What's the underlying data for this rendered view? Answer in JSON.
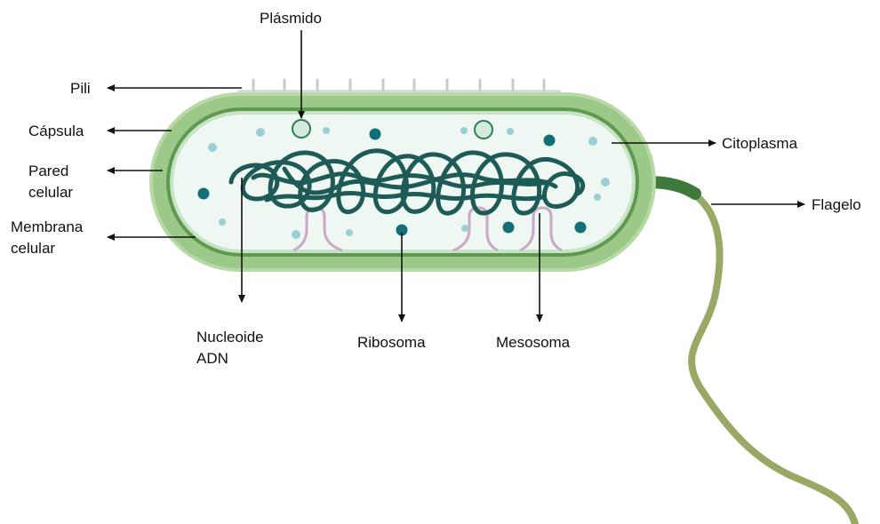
{
  "labels": {
    "plasmid": "Plásmido",
    "pili": "Pili",
    "capsule": "Cápsula",
    "cell_wall_line1": "Pared",
    "cell_wall_line2": "celular",
    "cell_membrane_line1": "Membrana",
    "cell_membrane_line2": "celular",
    "cytoplasm": "Citoplasma",
    "flagellum": "Flagelo",
    "nucleoid_line1": "Nucleoide",
    "nucleoid_line2": "ADN",
    "ribosome": "Ribosoma",
    "mesosome": "Mesosoma"
  },
  "colors": {
    "capsule": "#9cc98a",
    "capsule_outline": "#b6d9a6",
    "cell_wall": "#5e9a4e",
    "cytoplasm": "#eef7f2",
    "dna": "#1e5a56",
    "ribosome": "#136e76",
    "light_particle": "#9ccfd3",
    "plasmid_fill": "#d2ebdc",
    "plasmid_stroke": "#2f7a5e",
    "mesosome": "#c9a9c4",
    "pili": "#dcdedf",
    "flagellum_base": "#3f7a3c",
    "flagellum": "#9aa866",
    "text": "#111111"
  }
}
